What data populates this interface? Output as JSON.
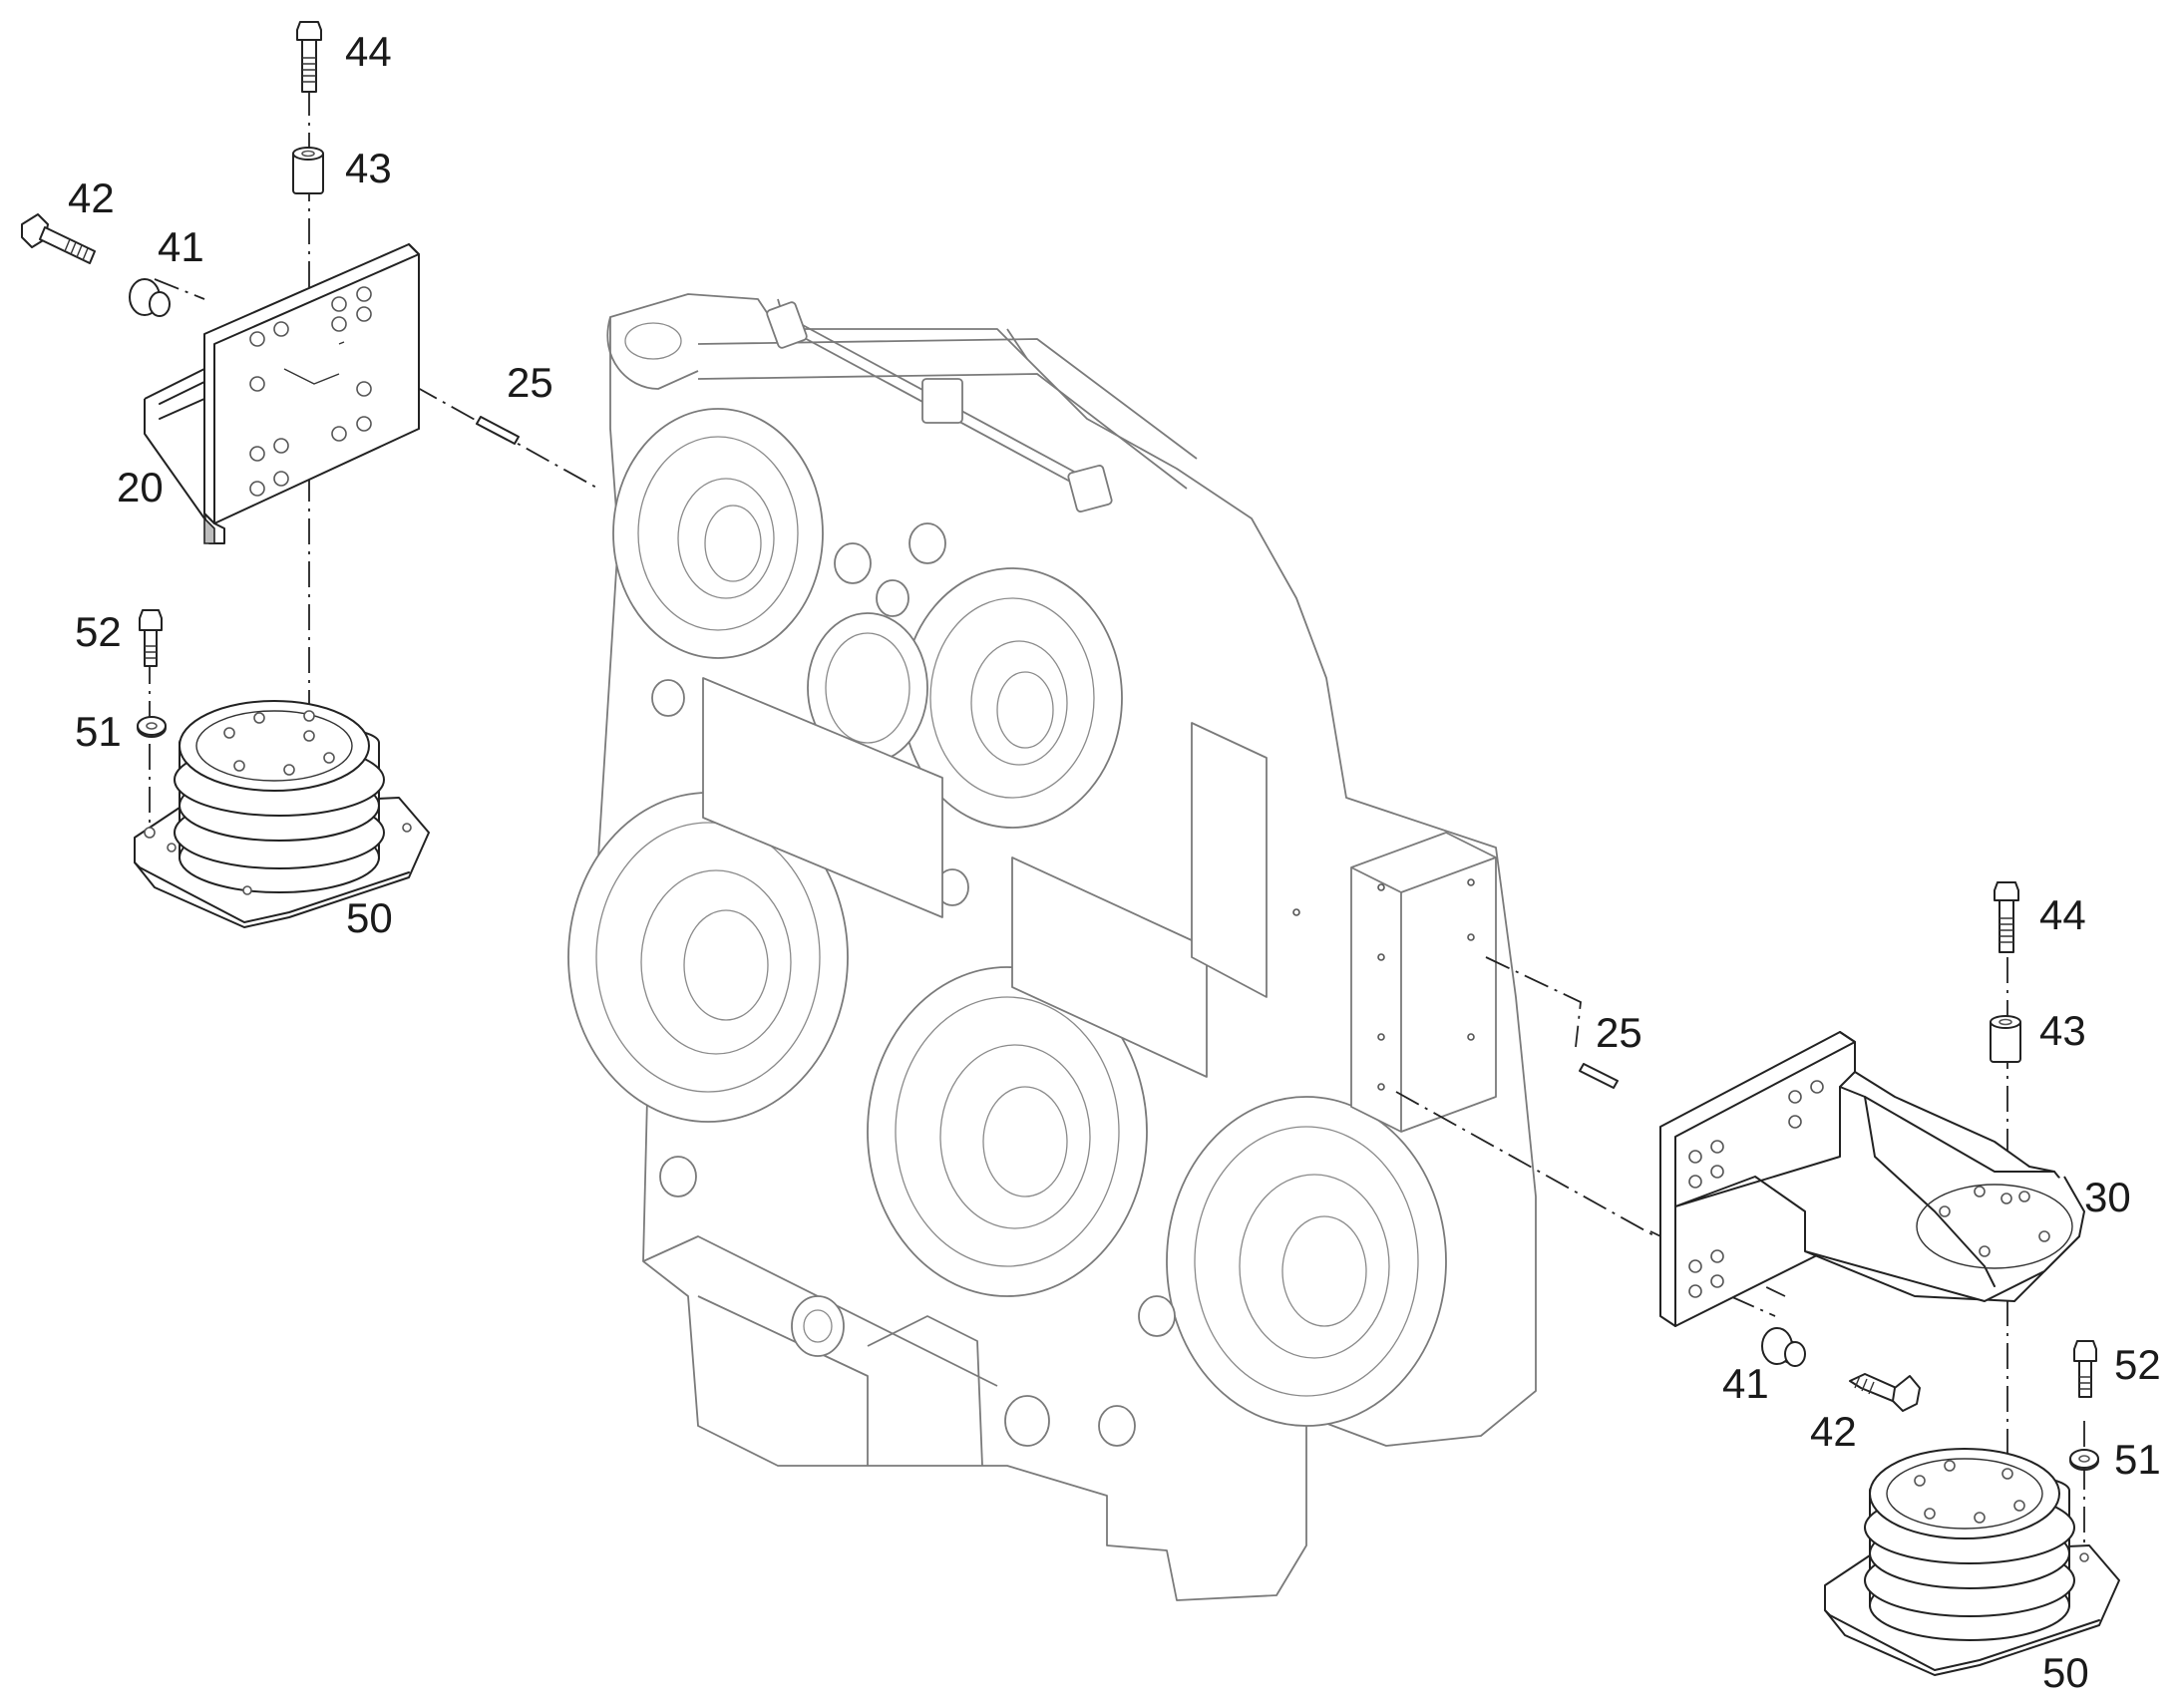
{
  "figure": {
    "callouts": {
      "tl_44": "44",
      "tl_43": "43",
      "tl_42": "42",
      "tl_41": "41",
      "tl_25": "25",
      "tl_20": "20",
      "tl_52": "52",
      "tl_51": "51",
      "tl_50": "50",
      "r_44": "44",
      "r_43": "43",
      "r_25": "25",
      "r_30": "30",
      "r_41": "41",
      "r_42": "42",
      "r_52": "52",
      "r_51": "51",
      "r_50": "50"
    },
    "parts": [
      "gearbox-housing",
      "mounting-bracket-left",
      "mounting-bracket-right",
      "vibration-isolator-left",
      "vibration-isolator-right",
      "dowel-pin-left",
      "dowel-pin-right",
      "bolt-44-left",
      "bolt-44-right",
      "spacer-43-left",
      "spacer-43-right",
      "bolt-42-left",
      "bolt-42-right",
      "bushing-41-left",
      "bushing-41-right",
      "bolt-52-left",
      "bolt-52-right",
      "washer-51-left",
      "washer-51-right"
    ]
  }
}
